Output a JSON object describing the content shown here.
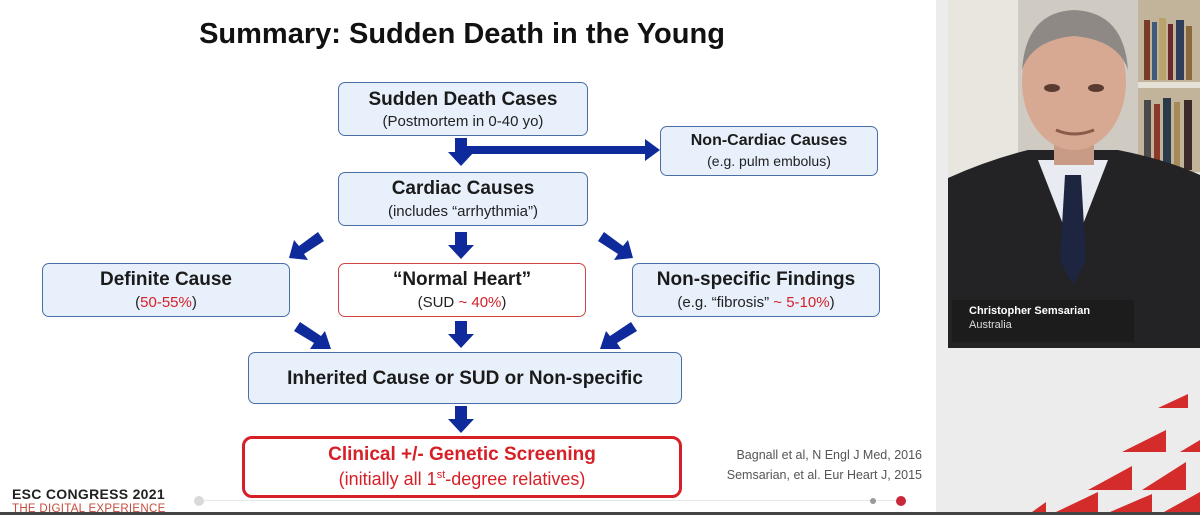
{
  "slide": {
    "title": "Summary: Sudden Death in the Young",
    "boxes": {
      "sudden_death": {
        "title": "Sudden Death Cases",
        "sub": "(Postmortem in 0-40 yo)"
      },
      "non_cardiac": {
        "title": "Non-Cardiac Causes",
        "sub": "(e.g. pulm embolus)"
      },
      "cardiac": {
        "title": "Cardiac Causes",
        "sub": "(includes “arrhythmia”)"
      },
      "definite": {
        "title": "Definite Cause",
        "sub_pre": "(",
        "sub_hl": "50-55%",
        "sub_post": ")"
      },
      "normal_heart": {
        "title": "“Normal Heart”",
        "sub_pre": "(SUD ",
        "sub_hl": "~ 40%",
        "sub_post": ")"
      },
      "nonspecific": {
        "title": "Non-specific Findings",
        "sub_pre": "(e.g. “fibrosis” ",
        "sub_hl": "~ 5-10%",
        "sub_post": ")"
      },
      "inherited": {
        "title": "Inherited Cause or SUD or Non-specific"
      },
      "screening": {
        "title": "Clinical +/- Genetic Screening",
        "sub_pre": "(initially all 1",
        "sub_sup": "st",
        "sub_post": "-degree relatives)"
      }
    },
    "references": [
      "Bagnall et al, N Engl J Med, 2016",
      "Semsarian, et al. Eur Heart J, 2015"
    ],
    "footer": {
      "congress": "ESC CONGRESS 2021",
      "tagline": "THE DIGITAL EXPERIENCE"
    }
  },
  "speaker": {
    "name": "Christopher Semsarian",
    "country": "Australia"
  },
  "colors": {
    "arrow": "#0f2a9a",
    "accent_red": "#d61f26",
    "box_fill": "#e7f0fb",
    "box_border": "#4a6fa8"
  },
  "icons": {
    "flow_arrow": "down-arrow-icon",
    "deco": "red-triangle-pattern"
  }
}
